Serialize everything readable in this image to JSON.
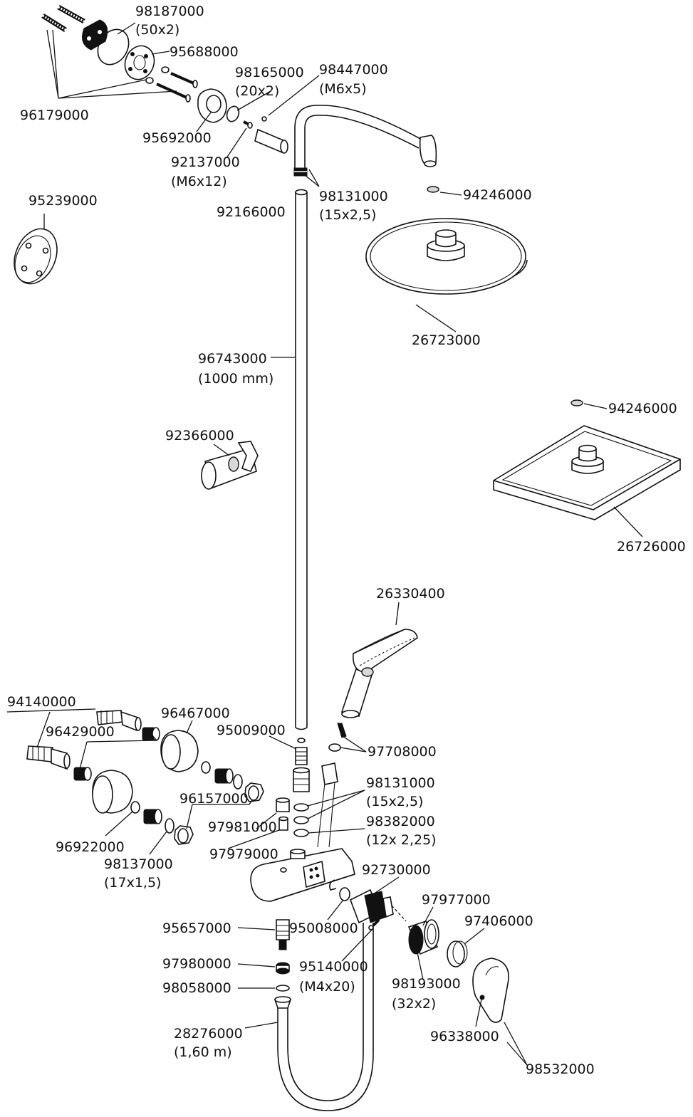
{
  "labels": {
    "p98187000": "98187000",
    "p98187000_sub": "(50x2)",
    "p95688000": "95688000",
    "p98165000": "98165000",
    "p98165000_sub": "(20x2)",
    "p98447000": "98447000",
    "p98447000_sub": "(M6x5)",
    "p96179000": "96179000",
    "p95692000": "95692000",
    "p92137000": "92137000",
    "p92137000_sub": "(M6x12)",
    "p95239000": "95239000",
    "p92166000": "92166000",
    "p98131000_top": "98131000",
    "p98131000_top_sub": "(15x2,5)",
    "p94246000_a": "94246000",
    "p26723000": "26723000",
    "p96743000": "96743000",
    "p96743000_sub": "(1000 mm)",
    "p94246000_b": "94246000",
    "p92366000": "92366000",
    "p26726000": "26726000",
    "p26330400": "26330400",
    "p94140000": "94140000",
    "p96467000": "96467000",
    "p96429000": "96429000",
    "p95009000": "95009000",
    "p97708000": "97708000",
    "p98131000_low": "98131000",
    "p98131000_low_sub": "(15x2,5)",
    "p96157000": "96157000",
    "p97981000": "97981000",
    "p98382000": "98382000",
    "p98382000_sub": "(12x 2,25)",
    "p96922000": "96922000",
    "p97979000": "97979000",
    "p98137000": "98137000",
    "p98137000_sub": "(17x1,5)",
    "p92730000": "92730000",
    "p97977000": "97977000",
    "p95657000": "95657000",
    "p95008000": "95008000",
    "p97406000": "97406000",
    "p97980000": "97980000",
    "p95140000": "95140000",
    "p95140000_sub": "(M4x20)",
    "p98058000": "98058000",
    "p98193000": "98193000",
    "p98193000_sub": "(32x2)",
    "p28276000": "28276000",
    "p28276000_sub": "(1,60 m)",
    "p96338000": "96338000",
    "p98532000": "98532000"
  }
}
